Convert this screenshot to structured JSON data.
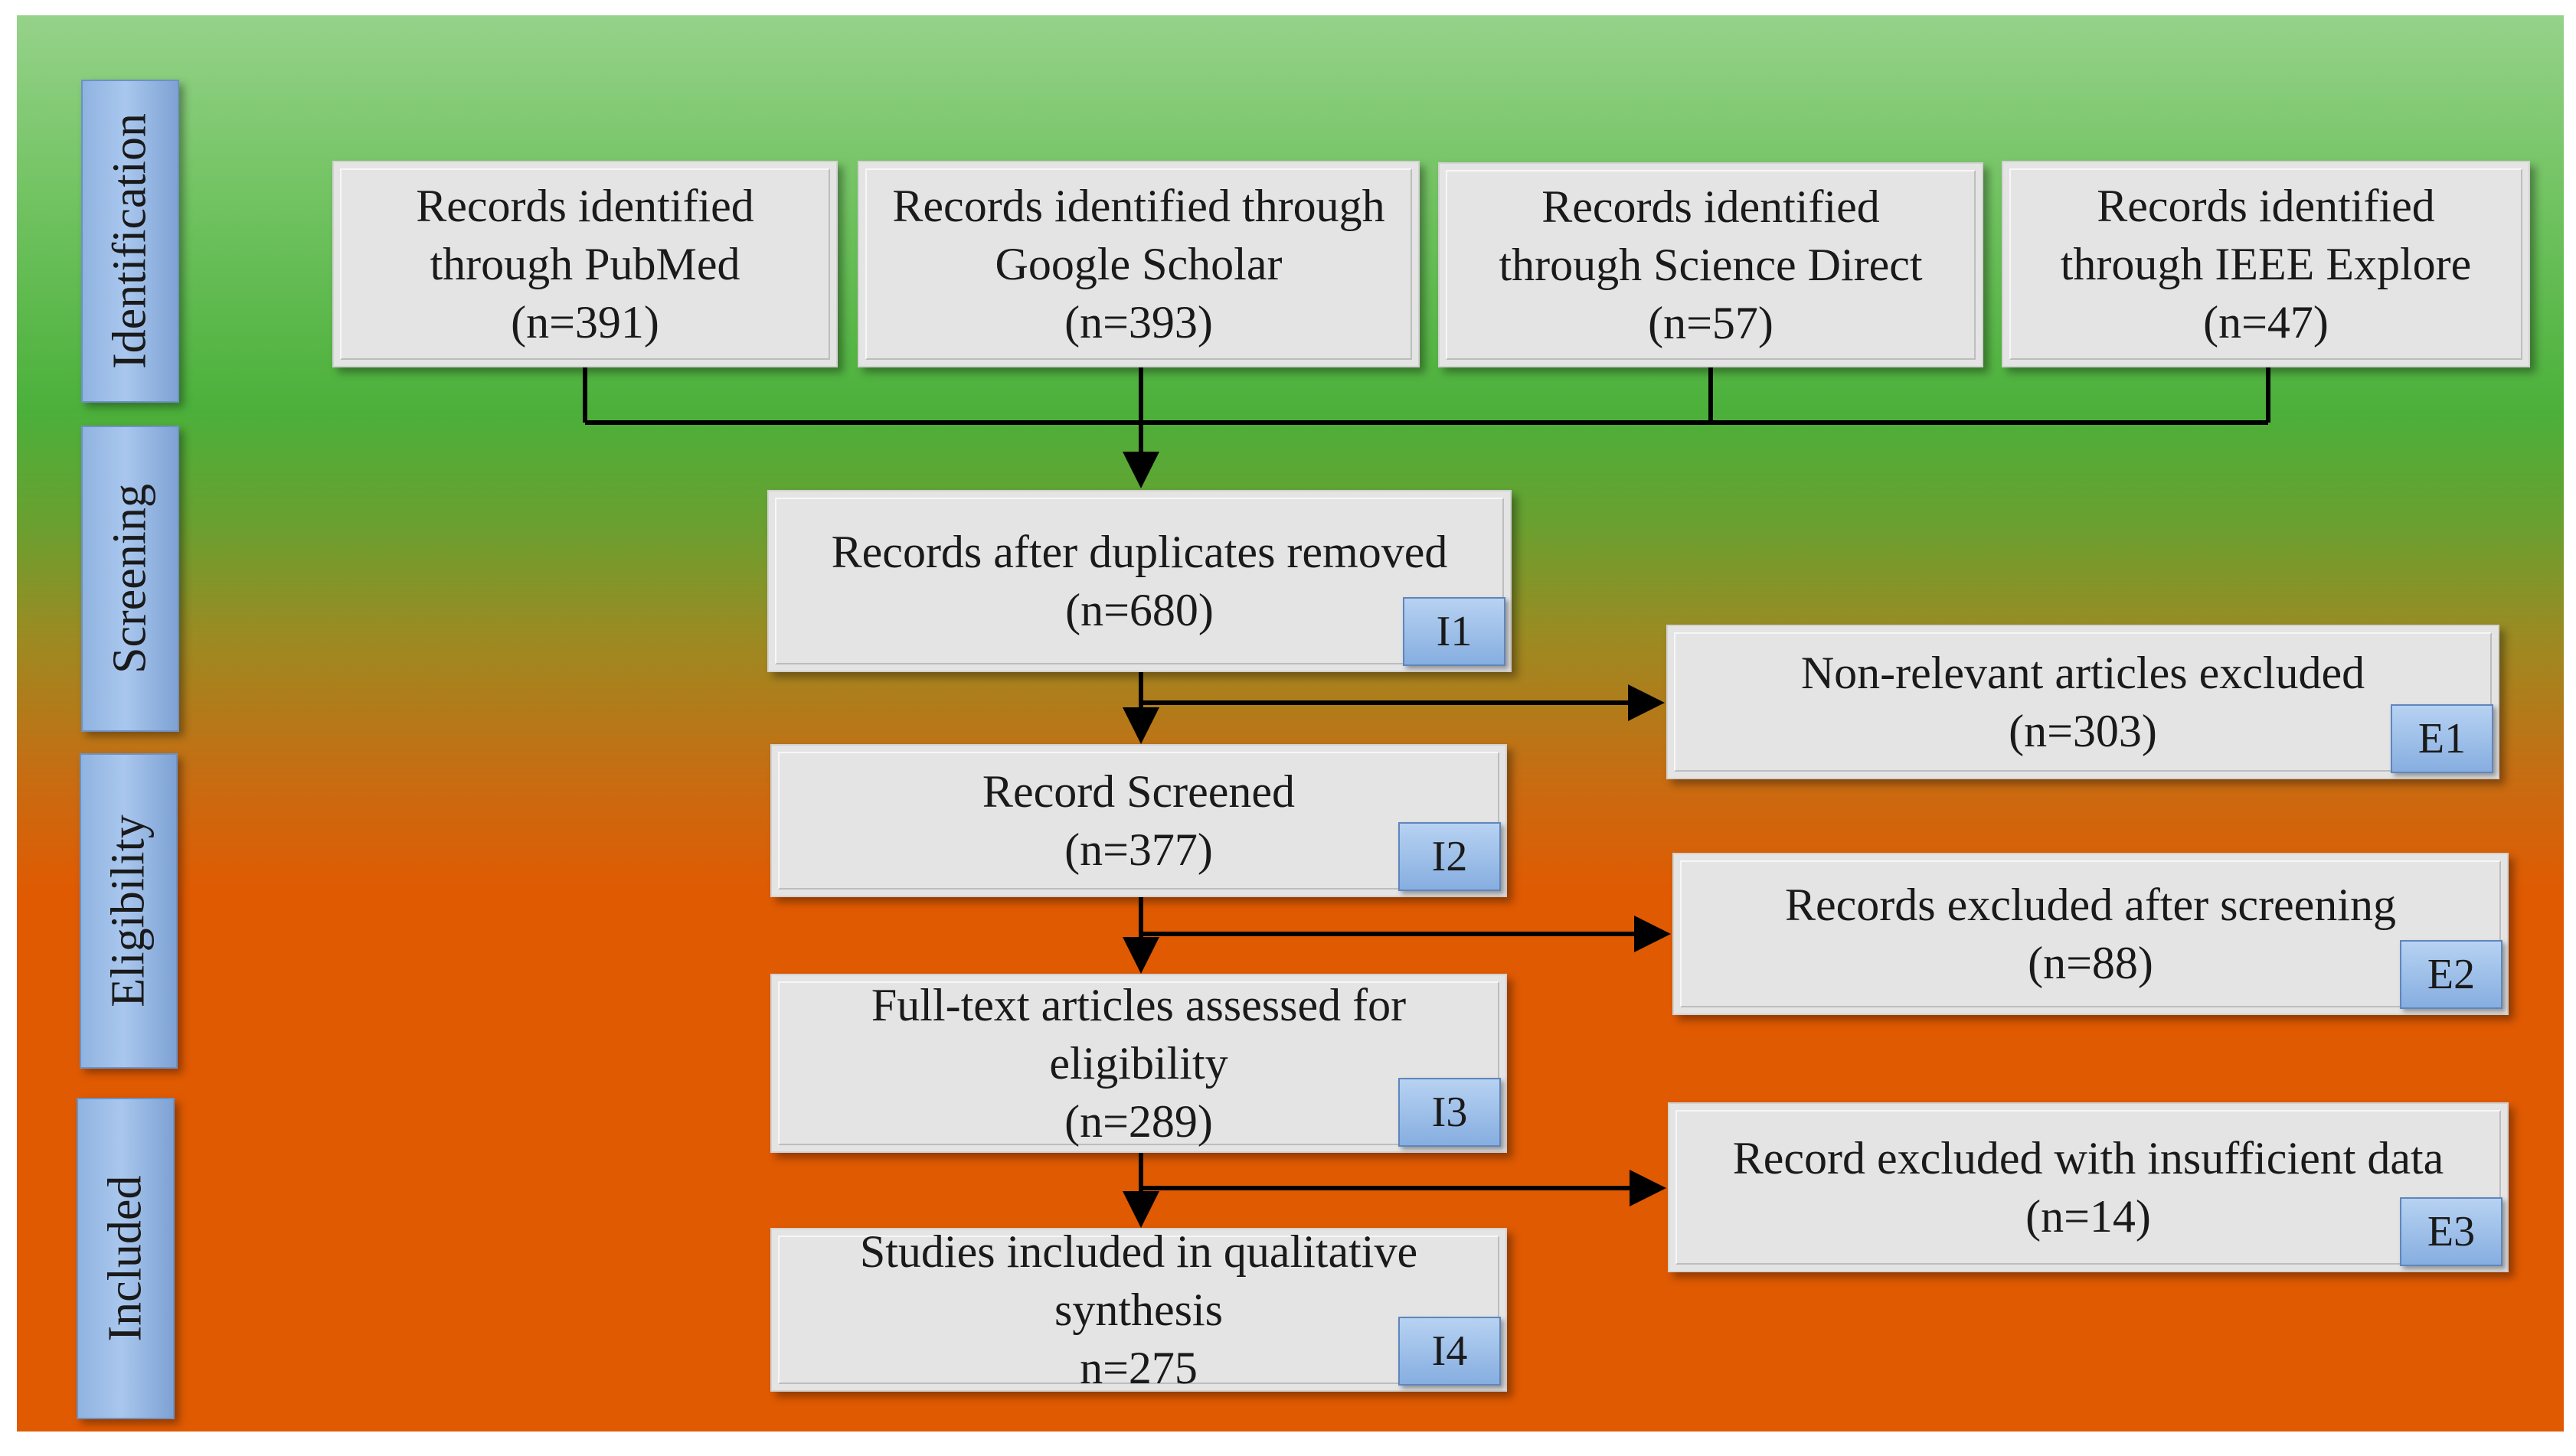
{
  "stages": {
    "identification": "Identification",
    "screening": "Screening",
    "eligibility": "Eligibility",
    "included": "Included"
  },
  "sources": {
    "pubmed": [
      "Records identified",
      "through PubMed",
      "(n=391)"
    ],
    "scholar": [
      "Records identified through",
      "Google Scholar",
      "(n=393)"
    ],
    "science_direct": [
      "Records identified",
      "through Science Direct",
      "(n=57)"
    ],
    "ieee": [
      "Records identified",
      "through IEEE Explore",
      "(n=47)"
    ]
  },
  "main_flow": {
    "duplicates_removed": {
      "lines": [
        "Records after duplicates removed",
        "(n=680)"
      ],
      "tag": "I1"
    },
    "screened": {
      "lines": [
        "Record Screened",
        "(n=377)"
      ],
      "tag": "I2"
    },
    "assessed": {
      "lines": [
        "Full-text articles assessed for",
        "eligibility",
        "(n=289)"
      ],
      "tag": "I3"
    },
    "included": {
      "lines": [
        "Studies included in qualitative",
        "synthesis",
        "n=275"
      ],
      "tag": "I4"
    }
  },
  "exclusions": {
    "non_relevant": {
      "lines": [
        "Non-relevant articles excluded",
        "(n=303)"
      ],
      "tag": "E1"
    },
    "after_screening": {
      "lines": [
        "Records excluded after screening",
        "(n=88)"
      ],
      "tag": "E2"
    },
    "insufficient_data": {
      "lines": [
        "Record excluded with insufficient data",
        "(n=14)"
      ],
      "tag": "E3"
    }
  }
}
